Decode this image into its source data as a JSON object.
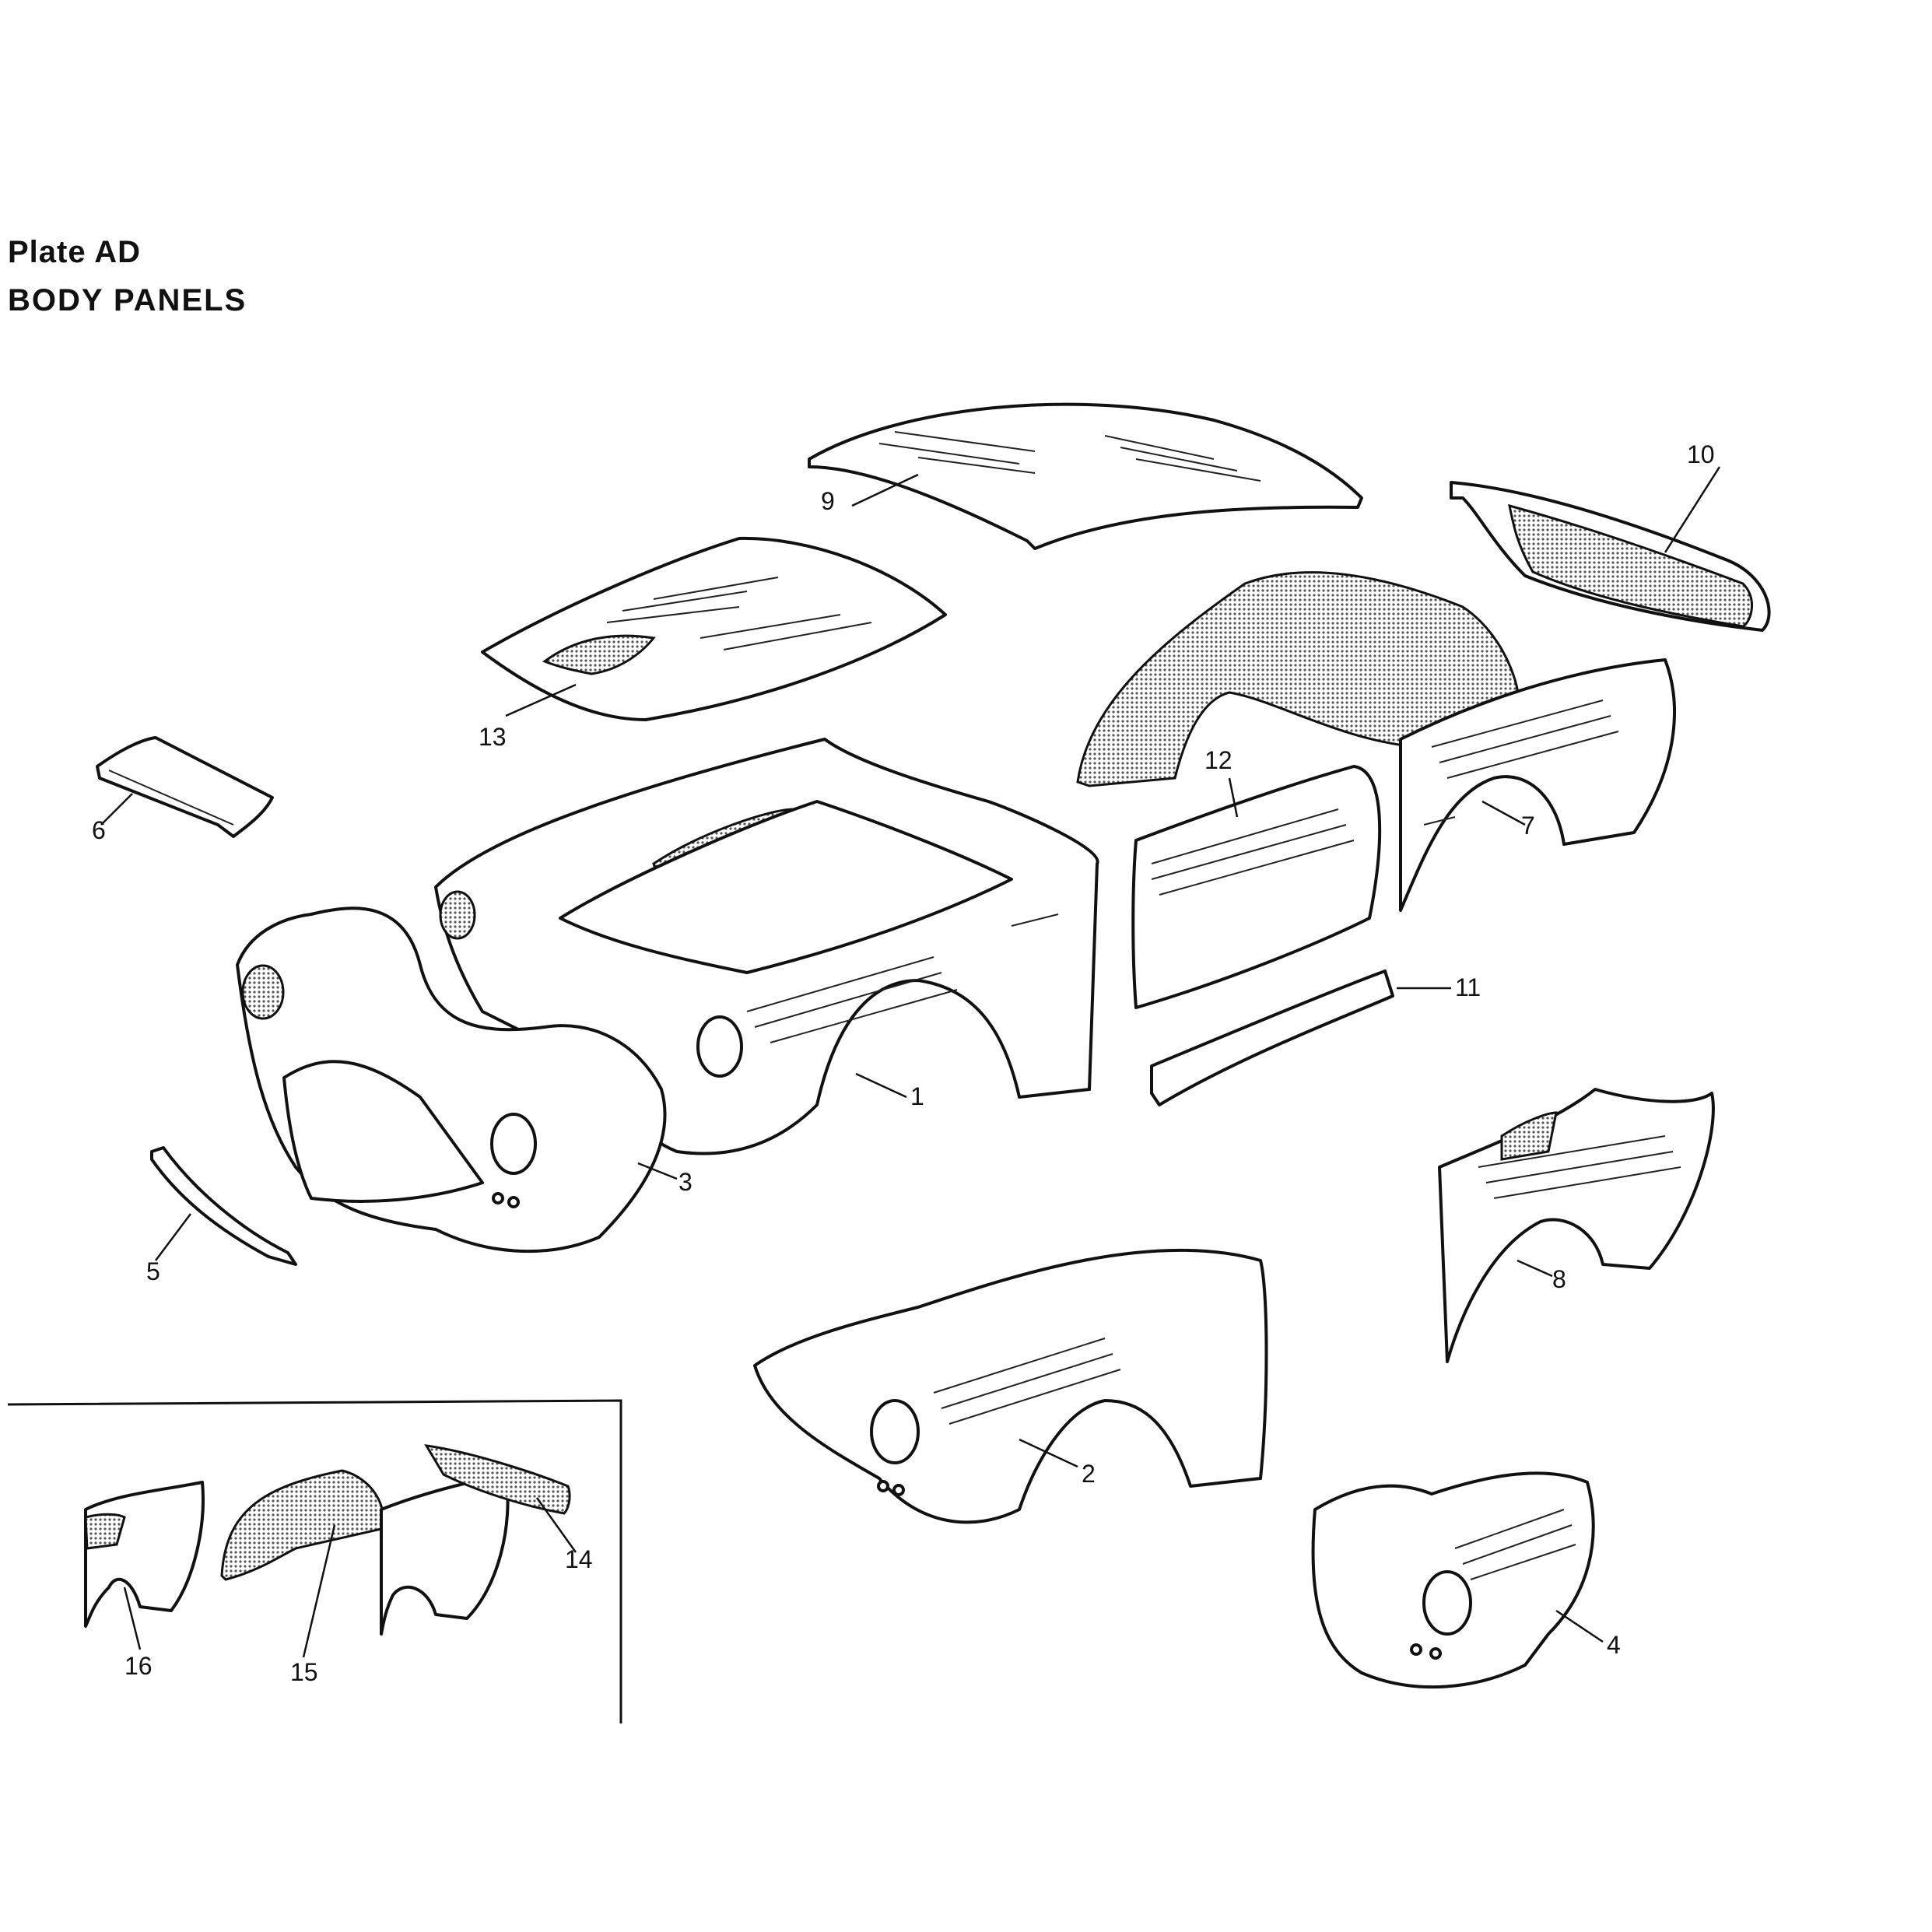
{
  "plate": {
    "title": "Plate AD",
    "subtitle": "BODY  PANELS"
  },
  "callouts": [
    "1",
    "2",
    "3",
    "4",
    "5",
    "6",
    "7",
    "8",
    "9",
    "10",
    "11",
    "12",
    "13",
    "14",
    "15",
    "16"
  ],
  "colors": {
    "ink": "#111111",
    "paper": "#ffffff"
  }
}
